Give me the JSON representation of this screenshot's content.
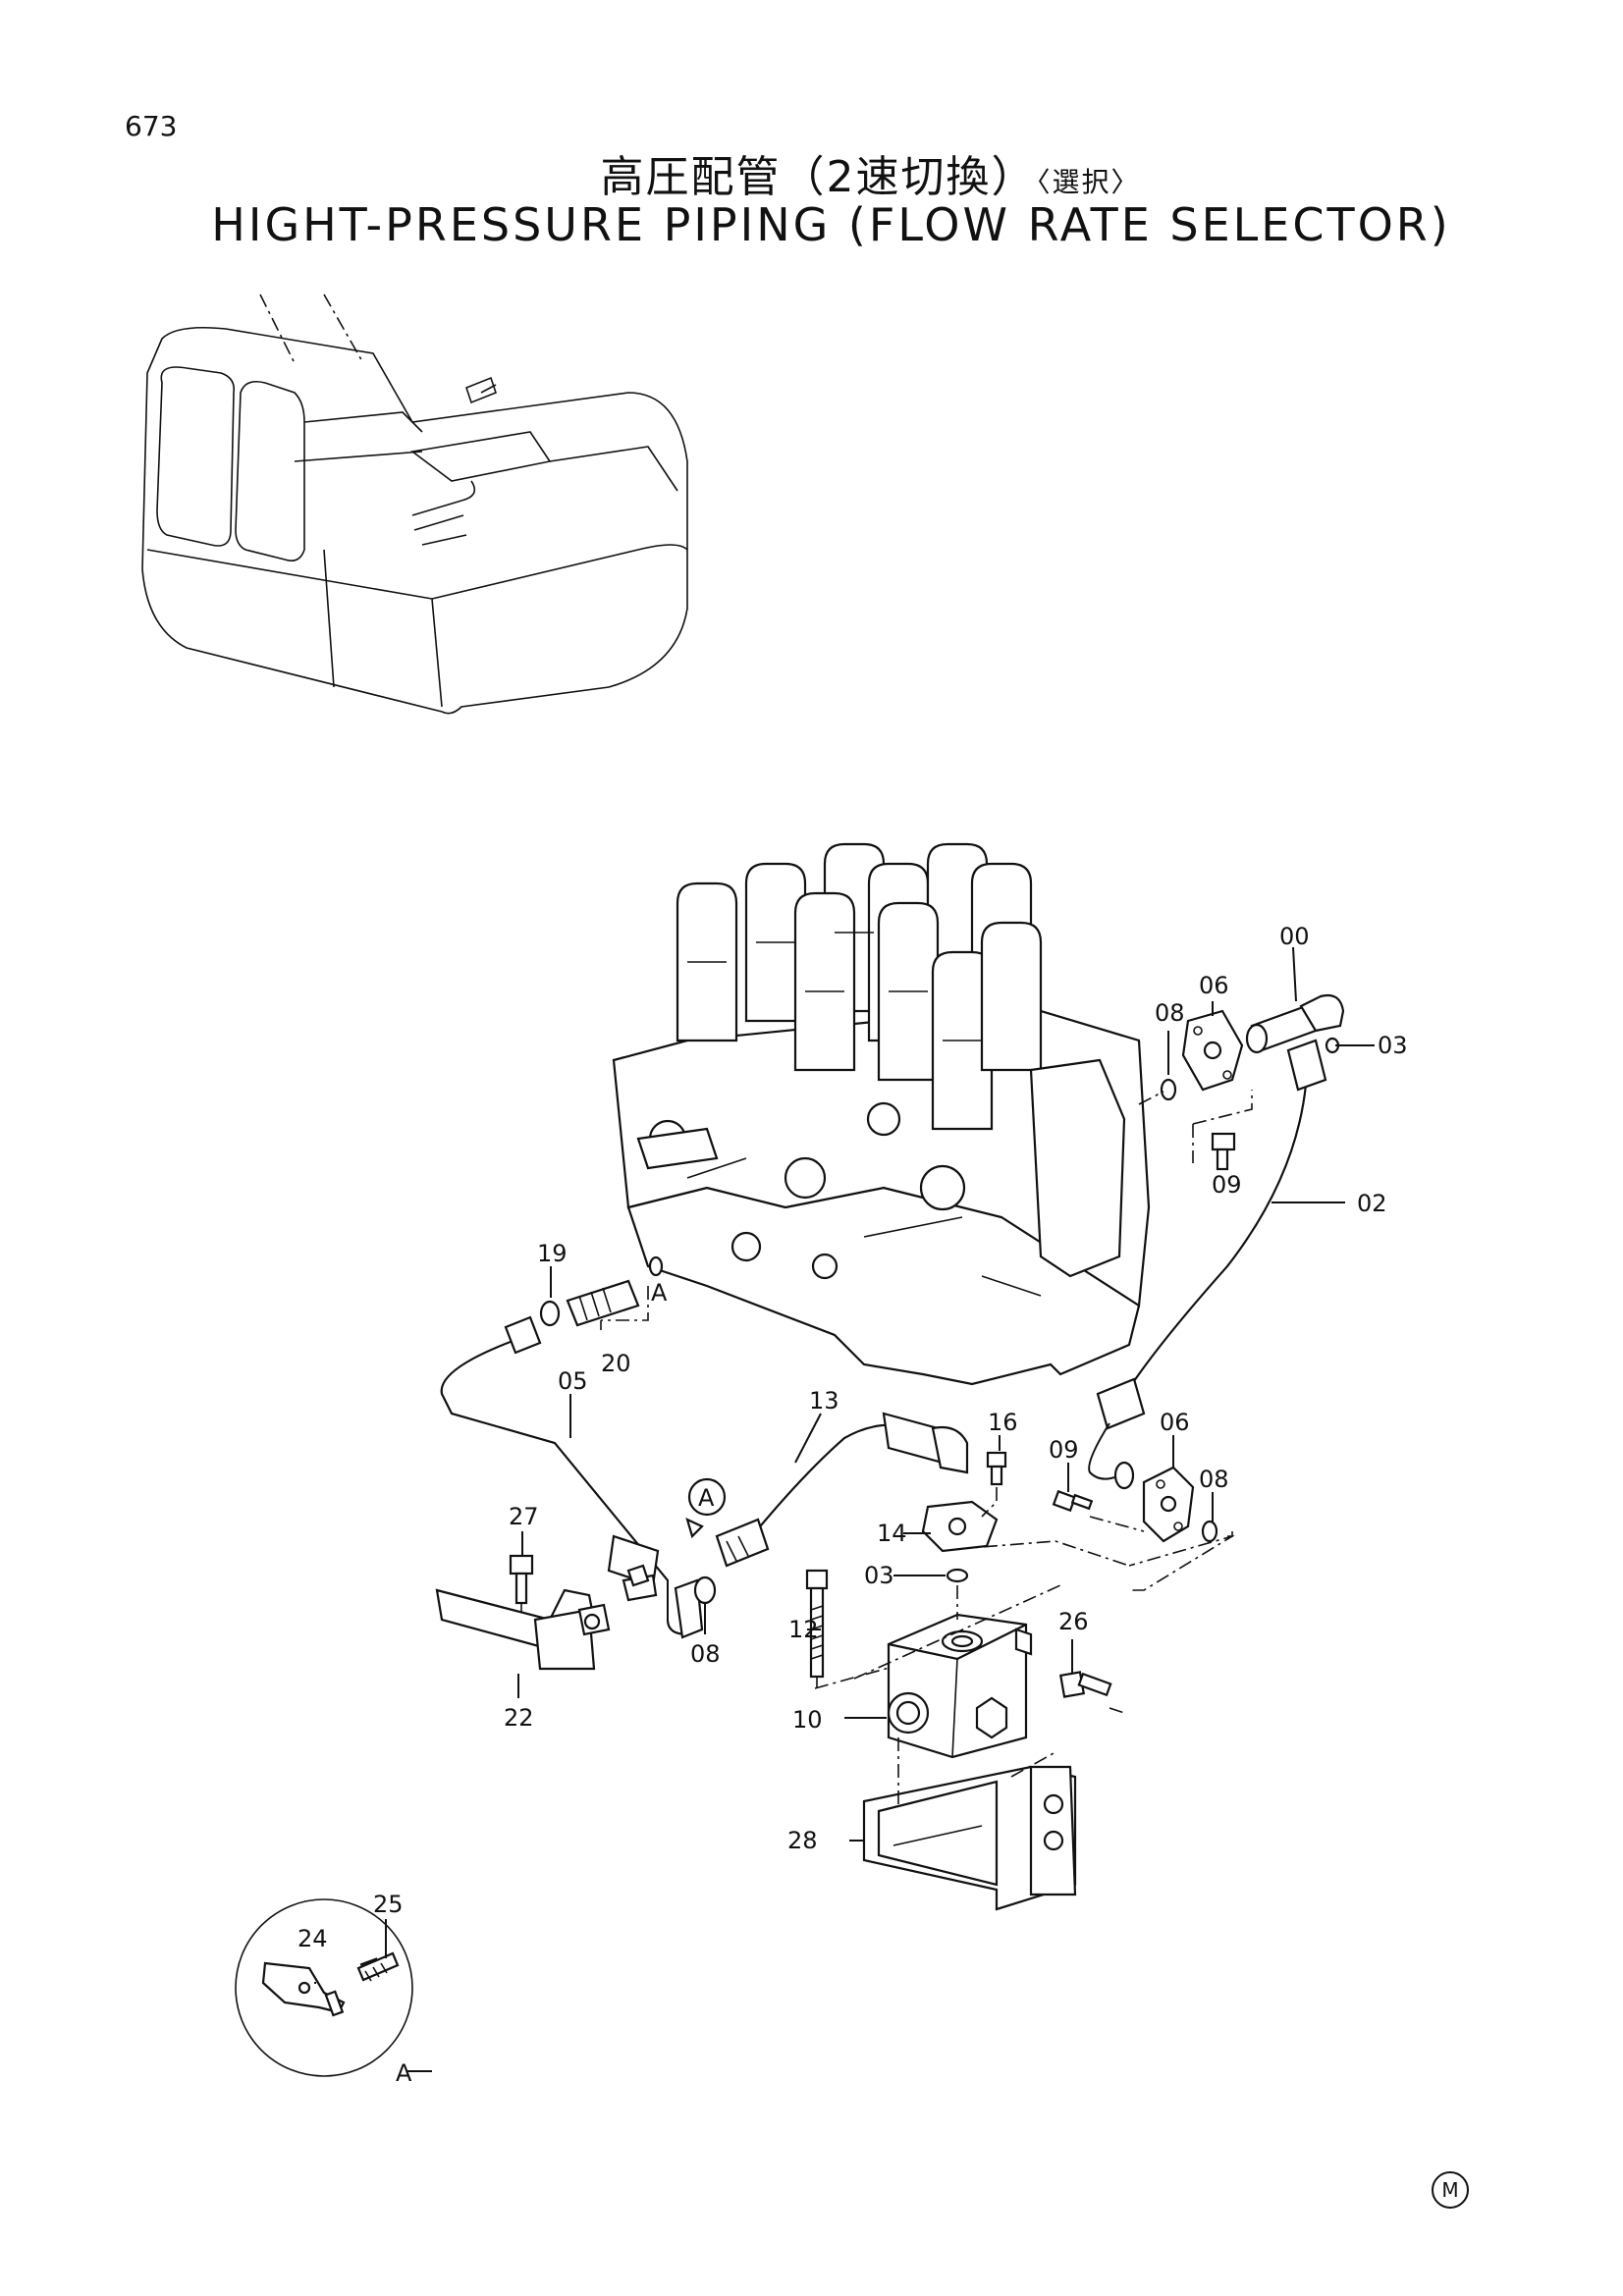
{
  "page": {
    "number": "673",
    "title_jp": "高圧配管（2速切換）",
    "title_jp_suffix": "〈選択〉",
    "title_en": "HIGHT-PRESSURE PIPING (FLOW RATE SELECTOR)",
    "maker_mark": "M"
  },
  "callouts": {
    "c00": "00",
    "c03a": "03",
    "c06a": "06",
    "c08a": "08",
    "c09a": "09",
    "c02": "02",
    "c19": "19",
    "cA1": "A",
    "c20": "20",
    "c05": "05",
    "c13": "13",
    "c16": "16",
    "c09b": "09",
    "c06b": "06",
    "c08b": "08",
    "cAcircle": "A",
    "c27": "27",
    "c14": "14",
    "c03b": "03",
    "c12": "12",
    "c08c": "08",
    "c22": "22",
    "c26": "26",
    "c10": "10",
    "c28": "28",
    "c25": "25",
    "c24": "24",
    "cA2": "A"
  }
}
